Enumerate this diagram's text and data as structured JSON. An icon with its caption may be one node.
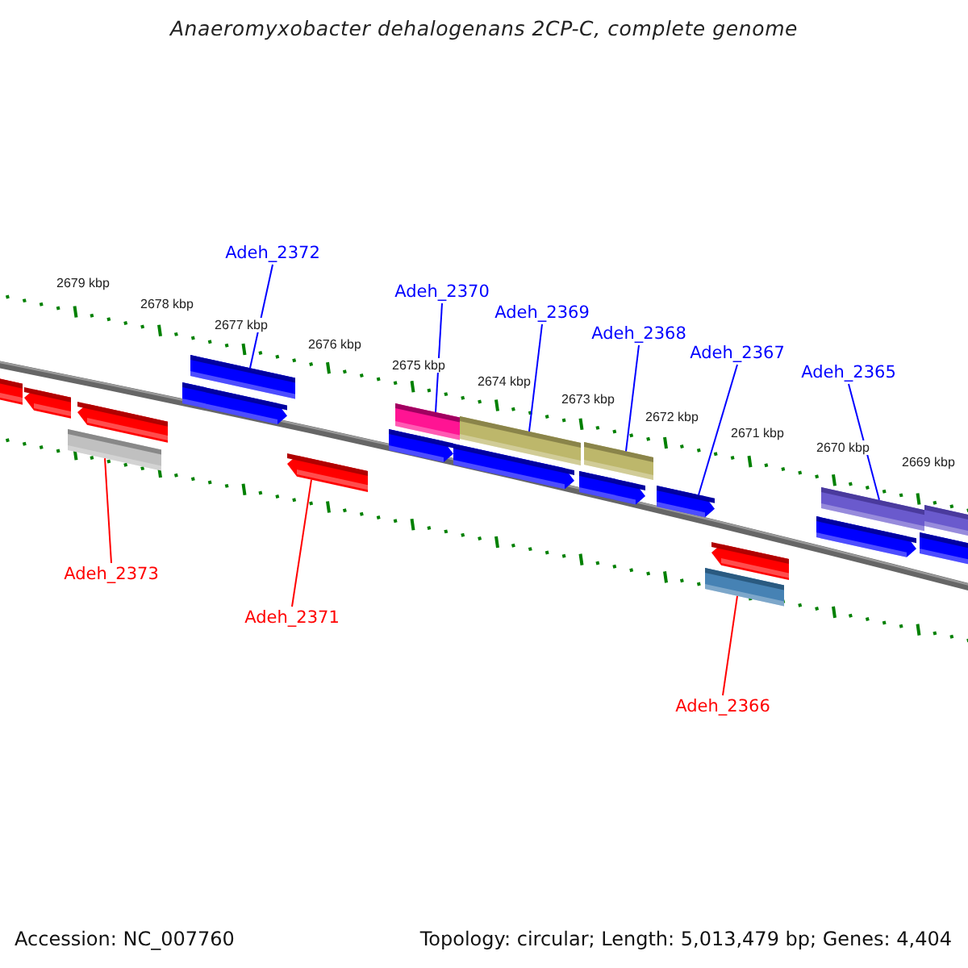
{
  "diagram": {
    "title": "Anaeromyxobacter dehalogenans 2CP-C, complete genome",
    "nodes": [
      {
        "text": [
          "Adeh_2372"
        ]
      },
      {
        "text": [
          "Adeh_2370"
        ]
      },
      {
        "text": [
          "Adeh_2369"
        ]
      },
      {
        "text": [
          "Adeh_2368"
        ]
      },
      {
        "text": [
          "Adeh_2367"
        ]
      },
      {
        "text": [
          "Adeh_2365"
        ]
      },
      {
        "text": [
          "Adeh_2373"
        ]
      },
      {
        "text": [
          "Adeh_2371"
        ]
      },
      {
        "text": [
          "Adeh_2366"
        ]
      },
      {
        "text": [],
        "shape": "bar"
      },
      {
        "text": [],
        "shape": "bar"
      },
      {
        "text": [],
        "shape": "bar"
      },
      {
        "text": [],
        "shape": "bar"
      },
      {
        "text": [],
        "shape": "pentagon"
      },
      {
        "text": [],
        "shape": "bar"
      },
      {
        "text": [],
        "shape": "bar"
      },
      {
        "text": [],
        "shape": "pentagon"
      },
      {
        "text": [],
        "shape": "bar"
      },
      {
        "text": [],
        "shape": "bar"
      },
      {
        "text": [],
        "shape": "pentagon"
      },
      {
        "text": [],
        "shape": "pentagon"
      },
      {
        "text": [],
        "shape": "pentagon"
      },
      {
        "text": [],
        "shape": "pentagon"
      },
      {
        "text": [],
        "shape": "pentagon"
      },
      {
        "text": [],
        "shape": "pentagon"
      },
      {
        "text": [],
        "shape": "pentagon"
      },
      {
        "text": [],
        "shape": "pentagon"
      },
      {
        "text": [],
        "shape": "pentagon"
      },
      {
        "text": [],
        "shape": "pentagon"
      }
    ],
    "edges": [
      {
        "from": 0,
        "to": 9,
        "arrow": "none"
      },
      {
        "from": 1,
        "to": 10,
        "arrow": "none"
      },
      {
        "from": 2,
        "to": 11,
        "arrow": "none"
      },
      {
        "from": 3,
        "to": 12,
        "arrow": "none"
      },
      {
        "from": 4,
        "to": 13,
        "arrow": "none"
      },
      {
        "from": 5,
        "to": 14,
        "arrow": "none"
      },
      {
        "from": 6,
        "to": 15,
        "arrow": "none",
        "color": "#ff0000"
      },
      {
        "from": 7,
        "to": 16,
        "arrow": "none",
        "color": "#ff0000"
      },
      {
        "from": 8,
        "to": 17,
        "arrow": "none",
        "color": "#ff0000"
      }
    ],
    "labels": [
      "2679 kbp",
      "2678 kbp",
      "2677 kbp",
      "2676 kbp",
      "2675 kbp",
      "2674 kbp",
      "2673 kbp",
      "2672 kbp",
      "2671 kbp",
      "2670 kbp",
      "2669 kbp",
      "Accession: NC_007760",
      "Topology: circular; Length: 5,013,479 bp; Genes: 4,404"
    ]
  }
}
